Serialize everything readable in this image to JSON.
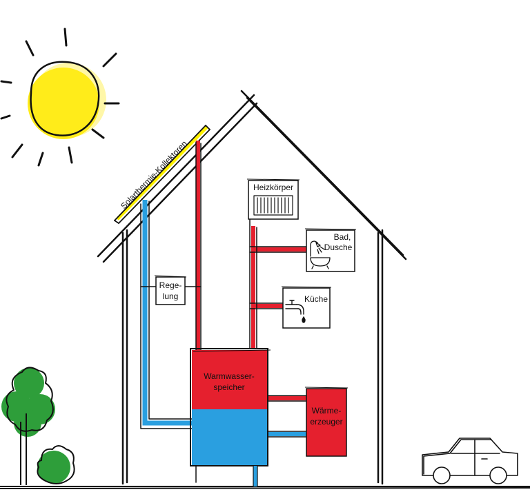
{
  "labels": {
    "collector": "Solarthermie-Kollektoren",
    "radiator": "Heizkörper",
    "bath_line1": "Bad,",
    "bath_line2": "Dusche",
    "kitchen": "Küche",
    "control_line1": "Rege-",
    "control_line2": "lung",
    "tank_line1": "Warmwasser-",
    "tank_line2": "speicher",
    "generator_line1": "Wärme-",
    "generator_line2": "erzeuger"
  },
  "colors": {
    "hot_pipe": "#e5202e",
    "cold_pipe": "#2a9fe0",
    "tank_hot": "#e5202e",
    "tank_cold": "#2a9fe0",
    "generator": "#e5202e",
    "sun": "#ffec1a",
    "sun_glow": "#fff7a8",
    "collector_highlight": "#fff200",
    "tree": "#2e9e3a",
    "tree_dark": "#1d7a2a",
    "ink": "#111111"
  },
  "icons": {
    "sun": "sun-icon",
    "radiator": "radiator-icon",
    "shower": "shower-icon",
    "faucet": "faucet-icon",
    "tree": "tree-icon",
    "car": "car-icon"
  }
}
